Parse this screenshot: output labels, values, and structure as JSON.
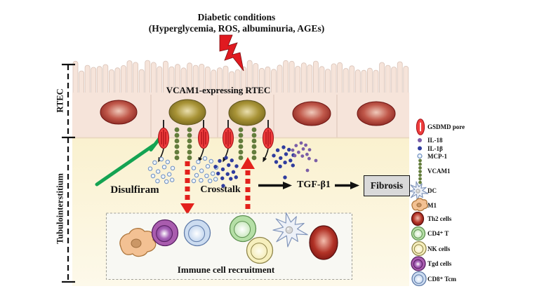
{
  "title": {
    "line1": "Diabetic conditions",
    "line2": "(Hyperglycemia, ROS, albuminuria, AGEs)"
  },
  "axis_labels": {
    "rtec": "RTEC",
    "tubulointerstitium": "Tubulointerstitium"
  },
  "diagram_labels": {
    "vcam1_rtec": "VCAM1-expressing RTEC",
    "disulfiram": "Disulfiram",
    "crosstalk": "Crosstalk",
    "tgf_b1": "TGF-β1",
    "fibrosis": "Fibrosis",
    "immune_recruitment": "Immune cell recruitment"
  },
  "legend": {
    "items": [
      {
        "icon": "gsdmd-pore-icon",
        "label": "GSDMD pore"
      },
      {
        "icon": "il18-icon",
        "label": "IL-18"
      },
      {
        "icon": "il1b-icon",
        "label": "IL-1β"
      },
      {
        "icon": "mcp1-icon",
        "label": "MCP-1"
      },
      {
        "icon": "vcam1-icon",
        "label": "VCAM1"
      },
      {
        "icon": "dc-icon",
        "label": "DC"
      },
      {
        "icon": "m1-icon",
        "label": "M1"
      },
      {
        "icon": "th2-icon",
        "label": "Th2 cells"
      },
      {
        "icon": "cd4t-icon",
        "label": "CD4⁺ T"
      },
      {
        "icon": "nk-icon",
        "label": "NK cells"
      },
      {
        "icon": "tgd-icon",
        "label": "Tgd cells"
      },
      {
        "icon": "cd8tcm-icon",
        "label": "CD8⁺ Tcm"
      }
    ]
  },
  "colors": {
    "gsdmd_red": "#ef3d3d",
    "gsdmd_dark": "#a31016",
    "il18_purple": "#7b5ea7",
    "il1b_navy": "#2f3c9e",
    "mcp1_blue": "#6d8fc0",
    "vcam1_green": "#637d3c",
    "inhibition_green": "#14a352",
    "crosstalk_arrow_red": "#e3211c",
    "epithelium_pink": "#f6e4da",
    "interstitium_yellow": "#faf1cf",
    "fibrosis_box_gray": "#d9d9d9",
    "bolt_red": "#e01a20"
  }
}
